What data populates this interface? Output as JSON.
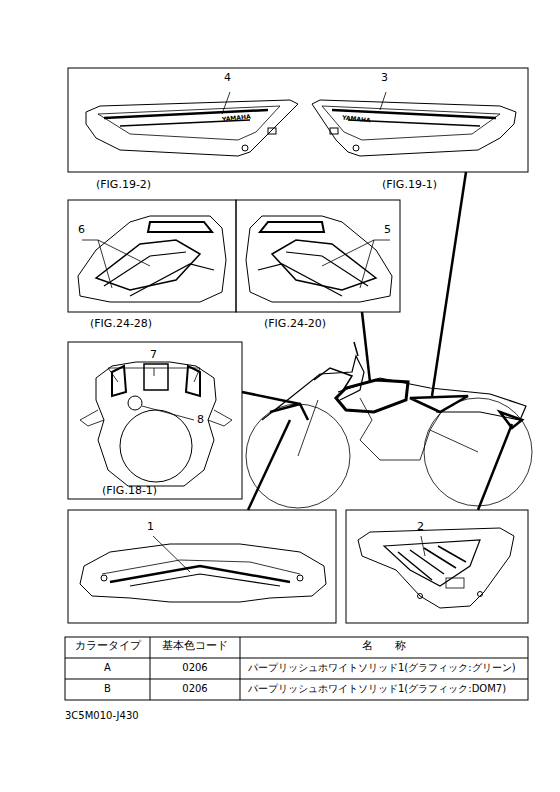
{
  "diagram": {
    "labels": [
      "4",
      "3",
      "YAMAHA",
      "YAMAHA",
      "(FIG.19-2)",
      "(FIG.19-1)",
      "6",
      "5",
      "(FIG.24-28)",
      "(FIG.24-20)",
      "7",
      "8",
      "(FIG.18-1)",
      "1",
      "2",
      "カラータイプ",
      "基本色コード",
      "名　　称",
      "A",
      "0206",
      "パープリッシュホワイトソリッド",
      "1(グラフィック:グリーン)",
      "B",
      "0206",
      "パープリッシュホワイトソリッド",
      "1(グラフィック:DOM7)",
      "3C5M010-J430"
    ]
  }
}
